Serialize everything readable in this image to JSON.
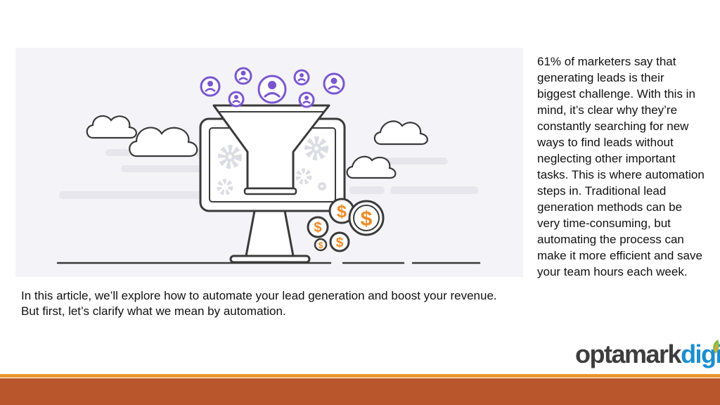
{
  "illustration": {
    "icon": "lead-funnel-automation-illustration",
    "colors": {
      "user_icons": "#7a57d1",
      "coins": "#f08a24",
      "outline": "#3a3a3a",
      "gears": "#dcdce4",
      "background": "#f4f4f8"
    }
  },
  "caption": "In this article, we’ll explore how to automate your lead generation and boost your revenue. But first, let’s clarify what we mean by automation.",
  "side_text": "61% of marketers say that generating leads is their biggest challenge. With this in mind, it’s clear why they’re constantly searching for new ways to find leads without neglecting other important tasks. This is where automation steps in. Traditional lead generation methods can be very time-consuming, but automating the process can make it more efficient and save your team hours each week.",
  "logo": {
    "part1": "optamark",
    "part2": "digital",
    "colors": {
      "dark": "#3d3d3d",
      "blue": "#1a8ed1",
      "leaf_green": "#7cc24a",
      "leaf_orange": "#f0a030"
    }
  },
  "footer": {
    "colors": {
      "line": "#e8962e",
      "bar": "#b9562b"
    }
  }
}
